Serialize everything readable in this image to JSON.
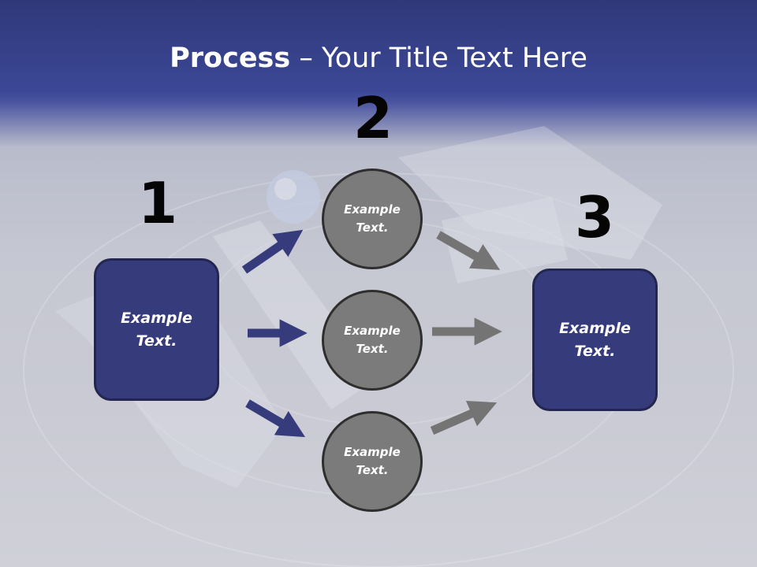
{
  "title": {
    "bold": "Process",
    "rest": " – Your Title Text Here"
  },
  "steps": [
    {
      "number": "1",
      "text": "Example\nText."
    },
    {
      "number": "2"
    },
    {
      "number": "3",
      "text": "Example\nText."
    }
  ],
  "circles": [
    {
      "text": "Example\nText."
    },
    {
      "text": "Example\nText."
    },
    {
      "text": "Example\nText."
    }
  ],
  "colors": {
    "box_fill": "#363b7c",
    "circle_fill": "#7b7b7b",
    "arrow_blue": "#363b7c",
    "arrow_gray": "#707070"
  }
}
